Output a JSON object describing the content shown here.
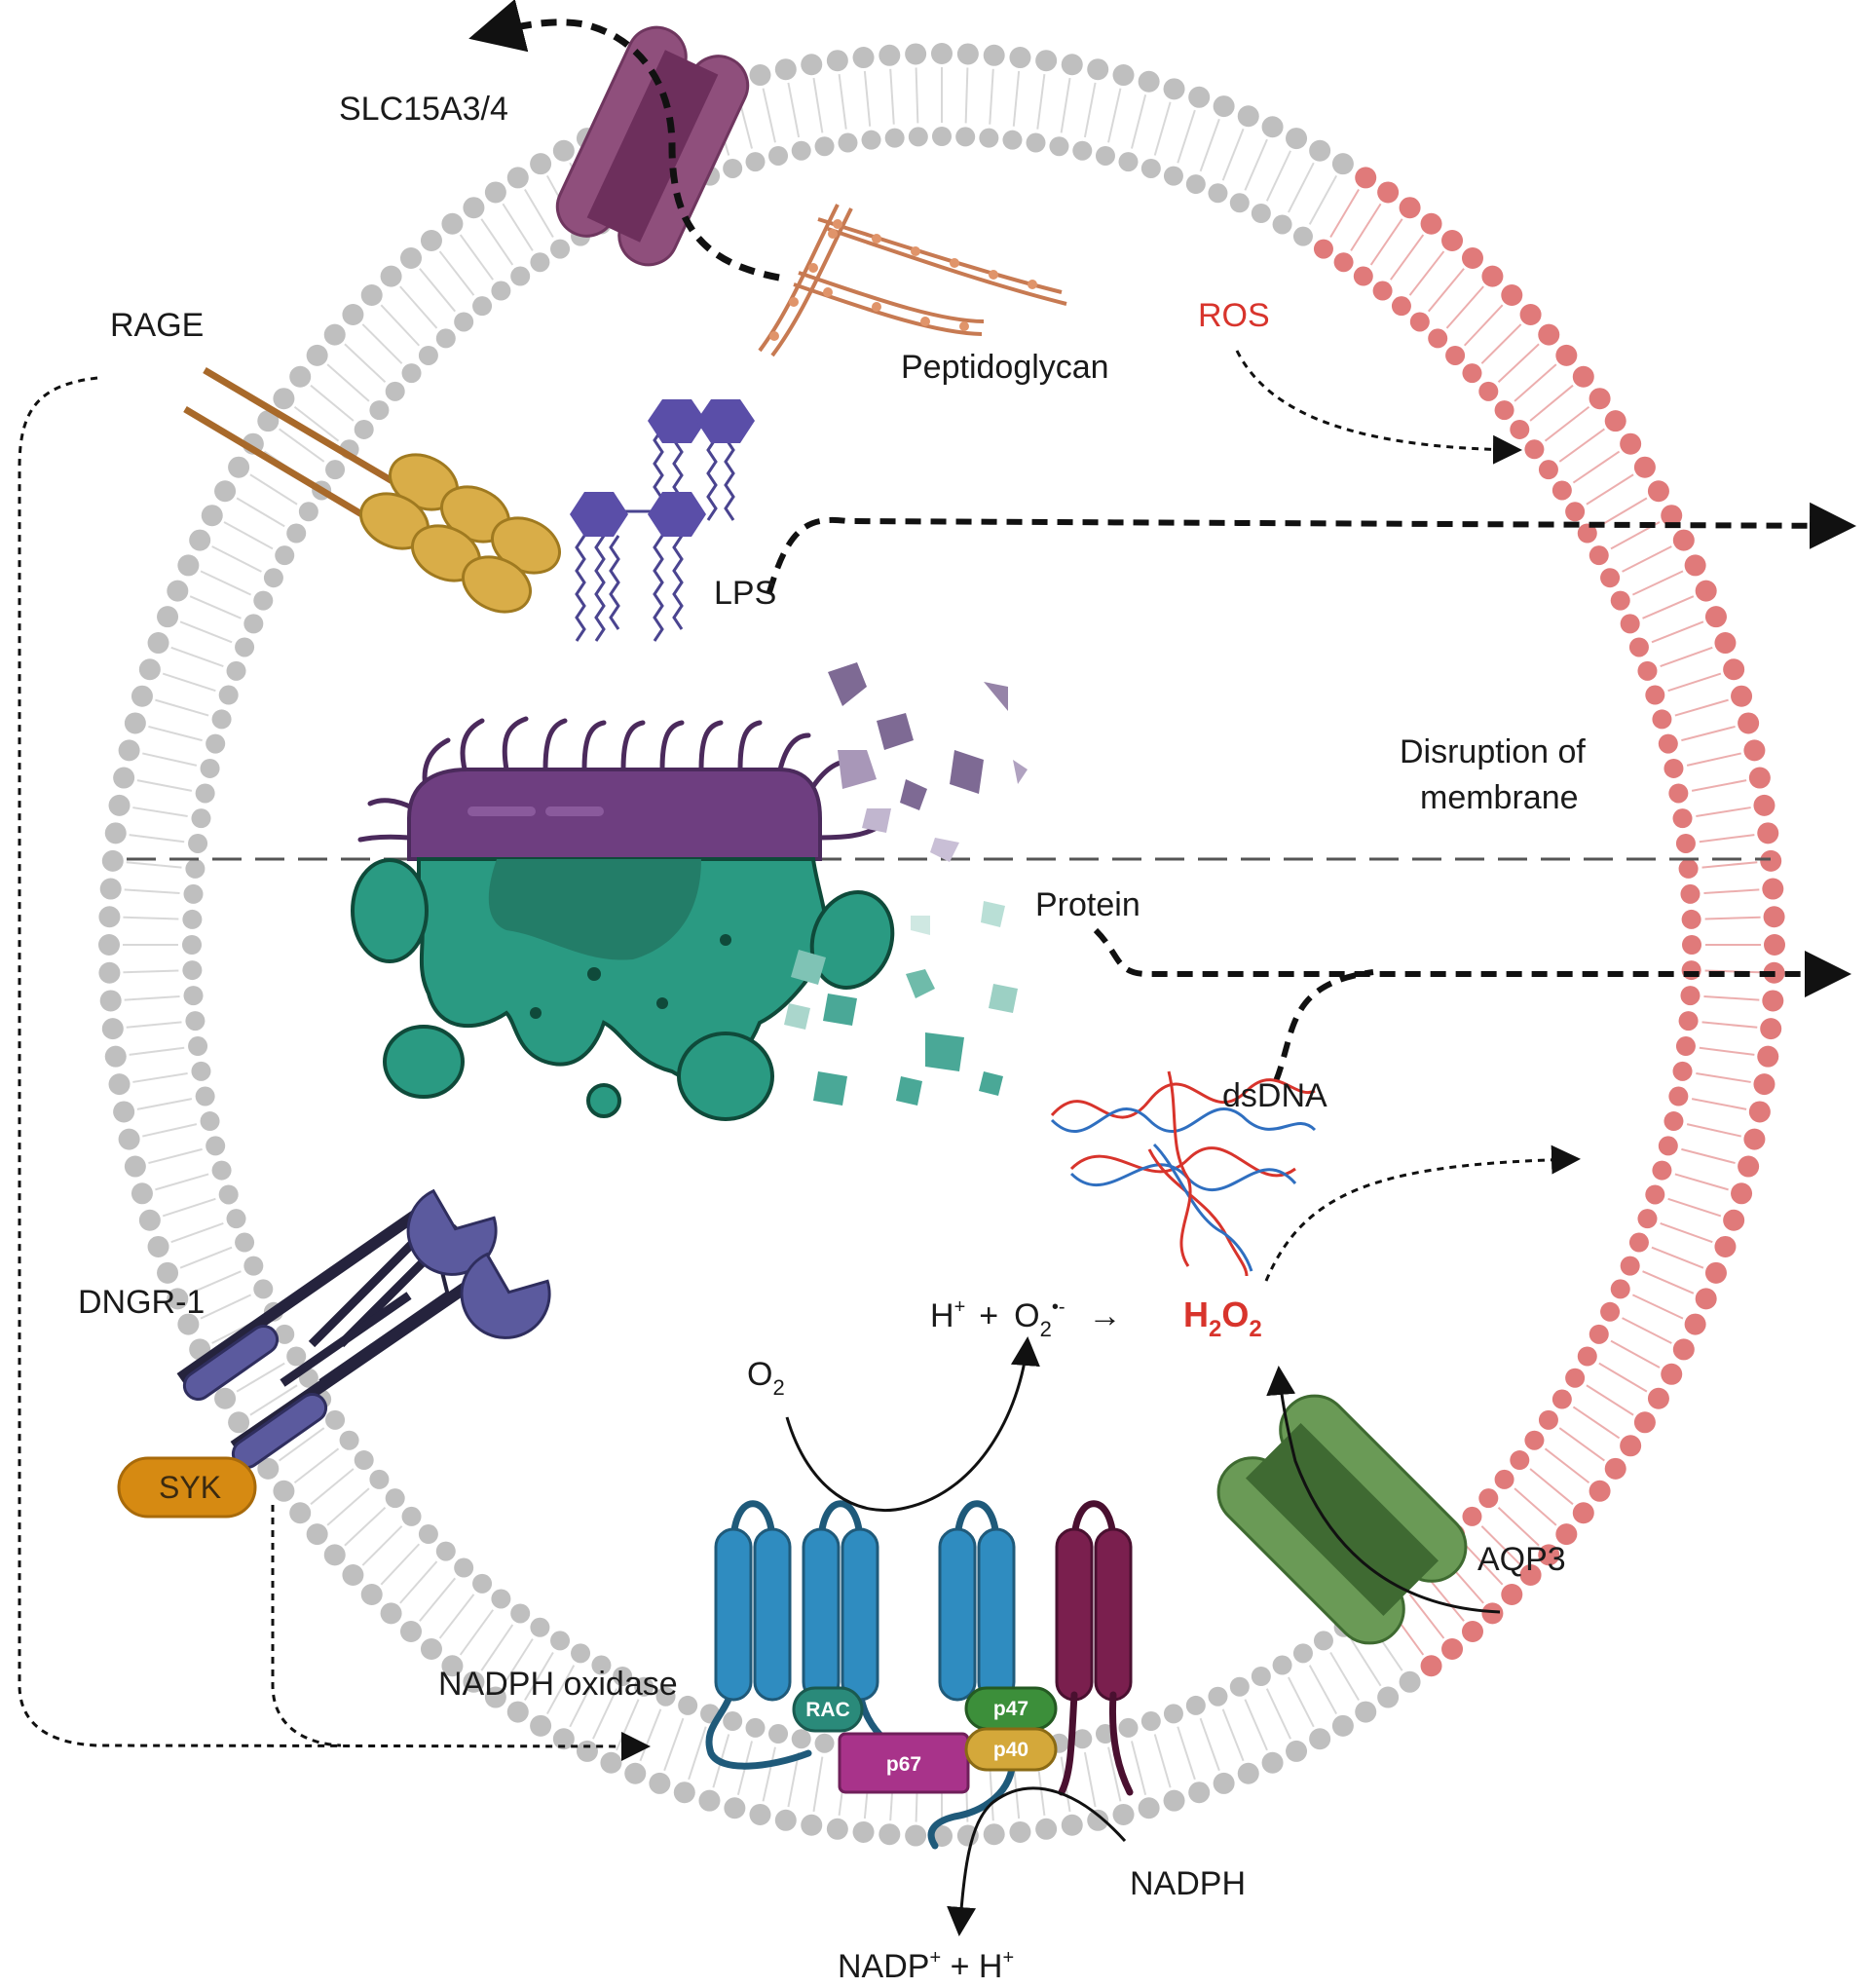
{
  "labels": {
    "slc": "SLC15A3/4",
    "rage": "RAGE",
    "peptidoglycan": "Peptidoglycan",
    "ros": "ROS",
    "lps": "LPS",
    "disruption_line1": "Disruption of",
    "disruption_line2": "membrane",
    "protein": "Protein",
    "dsdna": "dsDNA",
    "dngr1": "DNGR-1",
    "syk": "SYK",
    "aqp3": "AQP3",
    "nadph_oxidase": "NADPH oxidase",
    "nadph": "NADPH",
    "rac": "RAC",
    "p67": "p67",
    "p47": "p47",
    "p40": "p40",
    "h2o2_h": "H",
    "h2o2_sub1": "2",
    "h2o2_o": "O",
    "h2o2_sub2": "2",
    "o2_o": "O",
    "o2_sub": "2",
    "hplus_h": "H",
    "hplus_sup": "+",
    "plus": "+",
    "superoxide_o": "O",
    "superoxide_sub": "2",
    "superoxide_sup": "•-",
    "arrow": "→",
    "nadp_text": "NADP",
    "nadp_sup": "+",
    "nadp_tail": " + H",
    "nadp_tail_sup": "+"
  },
  "colors": {
    "membrane_gray": "#bfbfbf",
    "membrane_red": "#e07a7a",
    "ros_red": "#d8342c",
    "bacterium_purple": "#6a3d7e",
    "cell_teal": "#2a9a82",
    "nox_blue": "#2f8cc0",
    "slc_purple": "#8a4a78",
    "aqp_green": "#5f8f4c",
    "rage_gold": "#d6a83c",
    "dngr_purple": "#5b5a9e",
    "syk_orange": "#d68a12"
  }
}
